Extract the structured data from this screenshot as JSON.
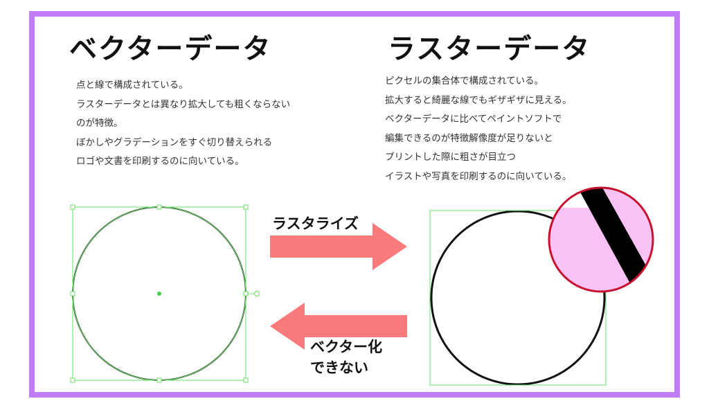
{
  "vector": {
    "title": "ベクターデータ",
    "lines": [
      "点と線で構成されている。",
      "ラスターデータとは異なり拡大しても粗くならない",
      "のが特徴。",
      "ぼかしやグラデーションをすぐ切り替えられる",
      "ロゴや文書を印刷するのに向いている。"
    ]
  },
  "raster": {
    "title": "ラスターデータ",
    "lines": [
      "ピクセルの集合体で構成されている。",
      "拡大すると綺麗な線でもギザギザに見える。",
      "ベクターデータに比べてペイントソフトで",
      "編集できるのが特徴解像度が足りないと",
      "プリントした際に粗さが目立つ",
      "イラストや写真を印刷するのに向いている。"
    ]
  },
  "arrows": {
    "rasterize": "ラスタライズ",
    "vectorize_line1": "ベクター化",
    "vectorize_line2": "できない"
  },
  "colors": {
    "frame": "#c07cf5",
    "arrow": "#f87a7a",
    "selection": "#66e066",
    "magnifier_border": "#c8102e"
  }
}
